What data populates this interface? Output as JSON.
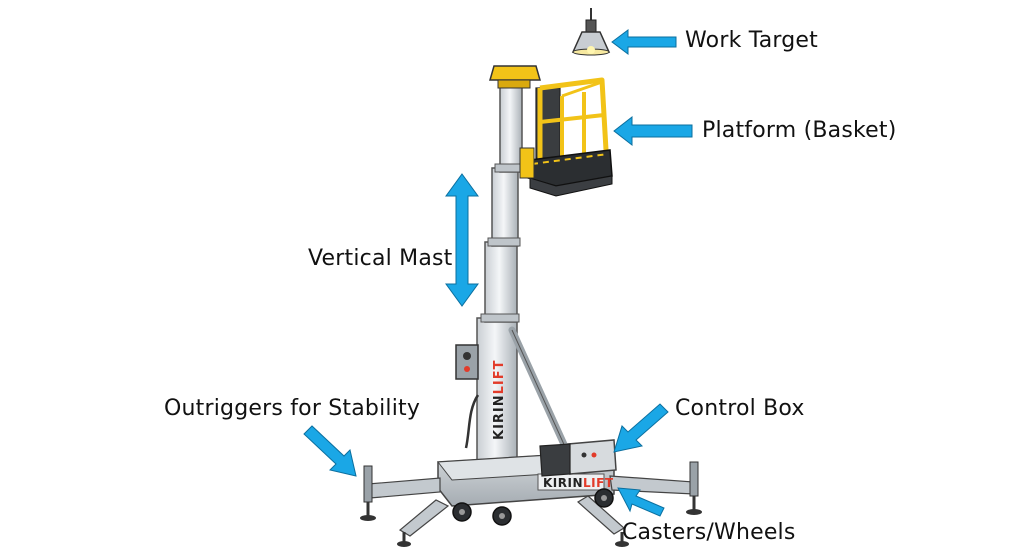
{
  "diagram": {
    "labels": {
      "work_target": "Work Target",
      "platform": "Platform (Basket)",
      "vertical_mast": "Vertical Mast",
      "outriggers": "Outriggers for Stability",
      "control_box": "Control Box",
      "casters": "Casters/Wheels"
    },
    "brand": {
      "prefix": "KIRIN",
      "suffix": "LIFT"
    },
    "colors": {
      "arrow": "#1aa7e6",
      "basket": "#f2c318",
      "mast": "#d9dde1",
      "frame": "#b9bfc4",
      "brand_accent": "#e23b2a"
    }
  }
}
